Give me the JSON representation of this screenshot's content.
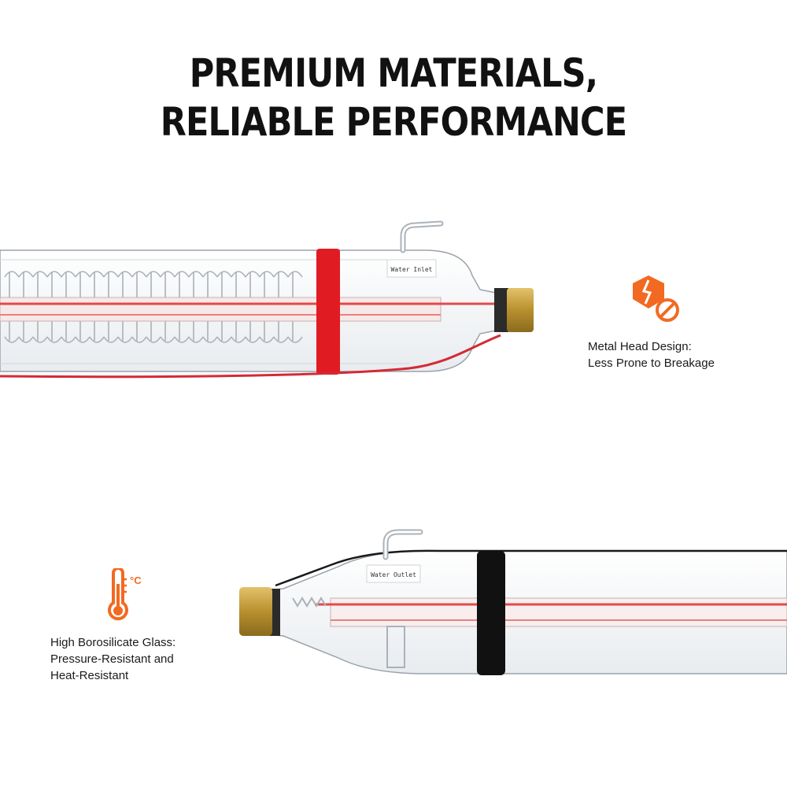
{
  "header": {
    "title_line1": "PREMIUM MATERIALS,",
    "title_line2": "RELIABLE PERFORMANCE"
  },
  "colors": {
    "accent": "#f26a21",
    "title": "#111111",
    "strap_red": "#e11b22",
    "strap_black": "#111111",
    "brass": "#c8a24a",
    "laser_red": "#e24a4a"
  },
  "features": [
    {
      "icon": "broken-shield-no-icon",
      "line1": "Metal Head Design:",
      "line2": "Less Prone to Breakage"
    },
    {
      "icon": "thermometer-icon",
      "unit": "°C",
      "line1": "High Borosilicate Glass:",
      "line2": "Pressure-Resistant and",
      "line3": "Heat-Resistant"
    }
  ],
  "tubes": {
    "top_label": "Water Inlet",
    "bottom_label": "Water Outlet"
  }
}
